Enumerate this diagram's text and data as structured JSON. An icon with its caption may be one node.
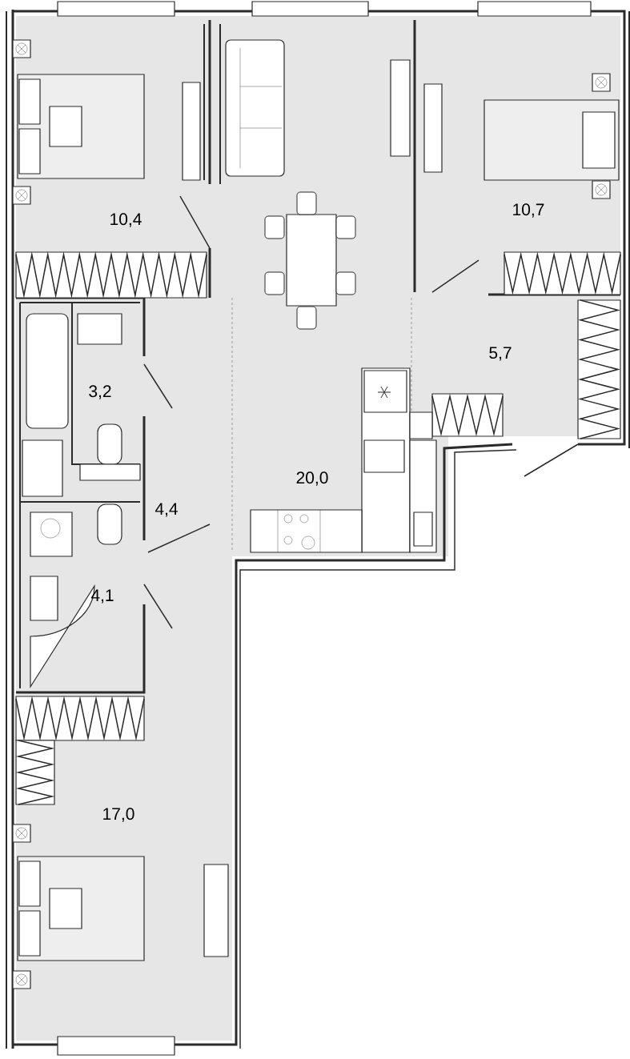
{
  "diagram": {
    "labels": [
      "10,4",
      "10,7",
      "5,7",
      "3,2",
      "20,0",
      "4,4",
      "4,1",
      "17,0"
    ]
  }
}
